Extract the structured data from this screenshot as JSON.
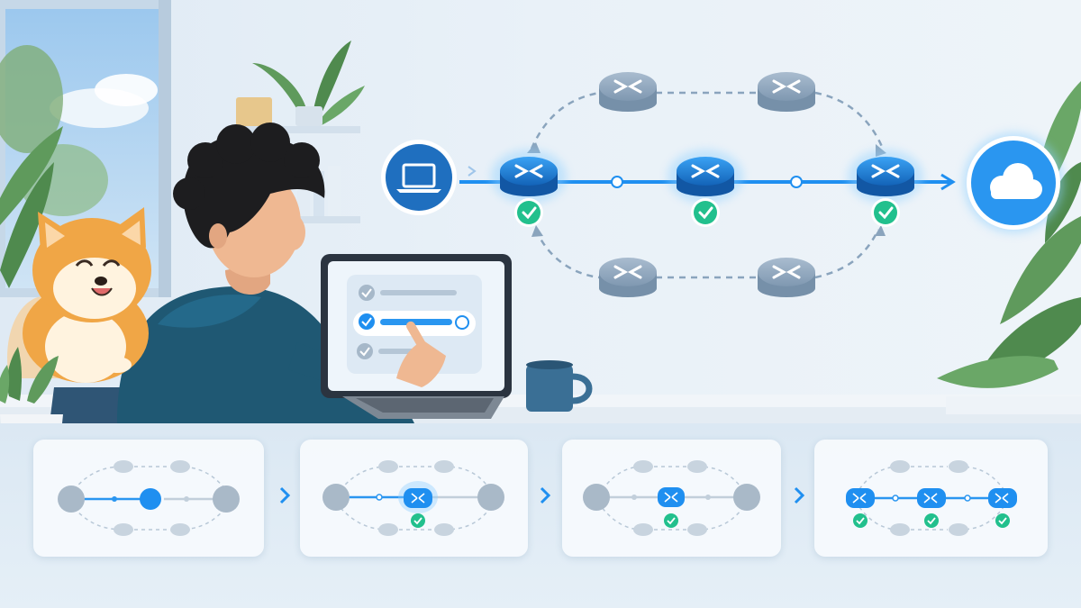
{
  "illustration": {
    "subject": "network-path-redundancy",
    "colors": {
      "accent": "#1f8ff0",
      "accent_dark": "#1363b8",
      "router_inactive": "#8aa4bd",
      "check_green": "#22c08d",
      "cloud_blue": "#2a96f0",
      "wall": "#e6eef6",
      "hoodie": "#1f5873"
    },
    "icons": [
      "laptop-icon",
      "router-icon",
      "check-icon",
      "cloud-icon",
      "chevron-right-icon"
    ],
    "laptop_screen_items": 3,
    "steps_count": 4
  }
}
